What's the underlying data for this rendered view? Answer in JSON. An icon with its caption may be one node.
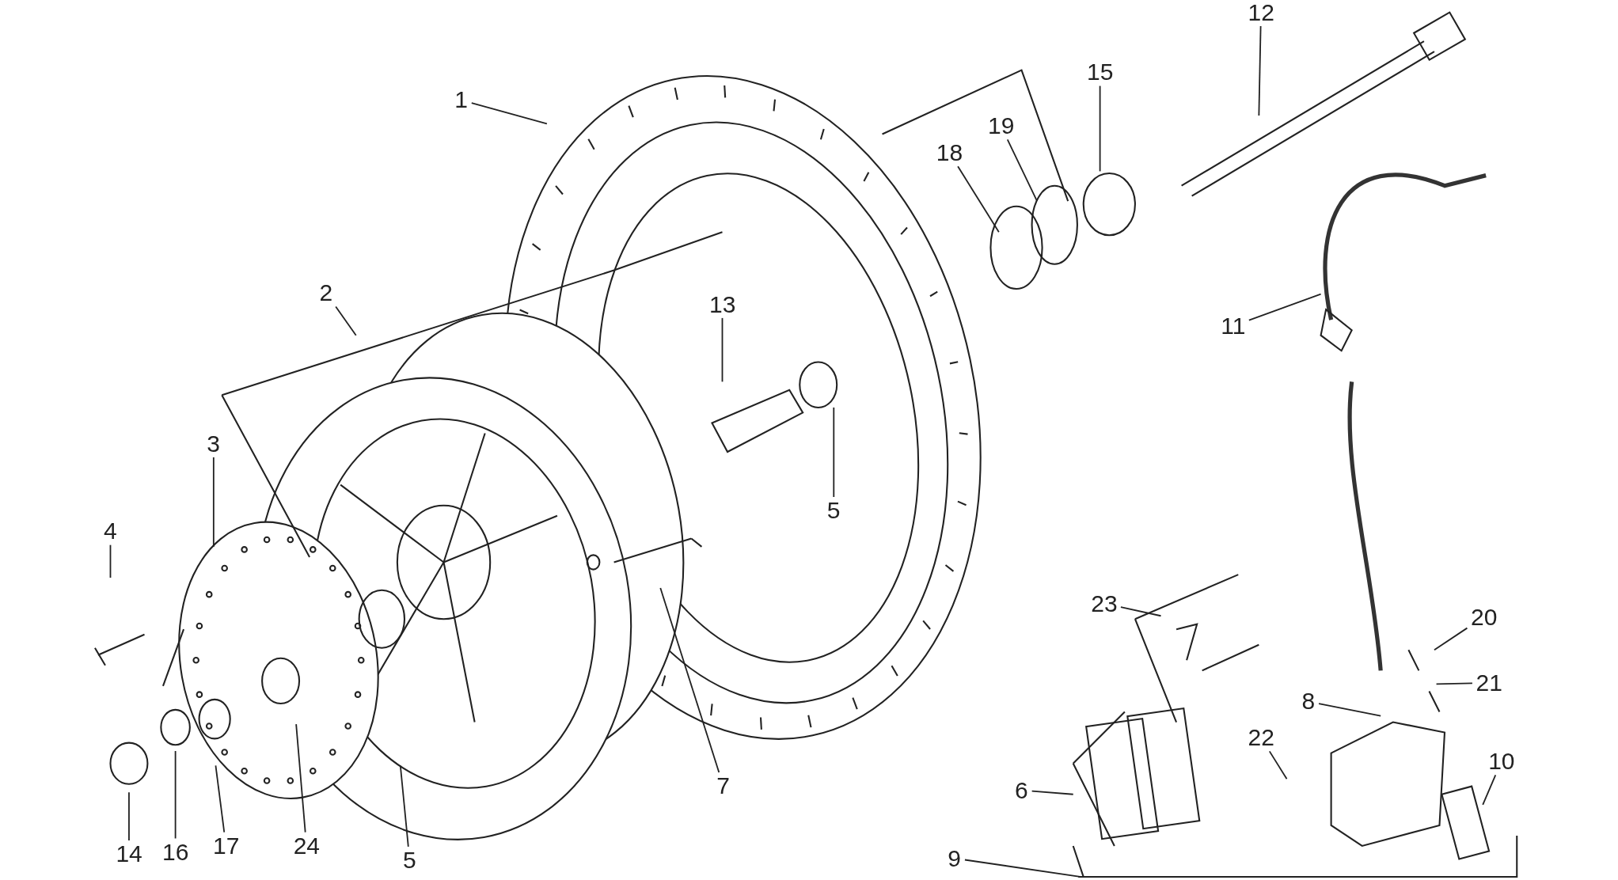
{
  "diagram": {
    "nodes": [
      {
        "text": [
          "12"
        ]
      },
      {
        "text": [
          "15"
        ]
      },
      {
        "text": [
          "1"
        ]
      },
      {
        "text": [
          "19"
        ]
      },
      {
        "text": [
          "18"
        ]
      },
      {
        "text": [
          "2"
        ]
      },
      {
        "text": [
          "13"
        ]
      },
      {
        "text": [
          "11"
        ]
      },
      {
        "text": [
          "5"
        ]
      },
      {
        "text": [
          "3"
        ]
      },
      {
        "text": [
          "4"
        ]
      },
      {
        "text": [
          "23"
        ]
      },
      {
        "text": [
          "20"
        ]
      },
      {
        "text": [
          "21"
        ]
      },
      {
        "text": [
          "8"
        ]
      },
      {
        "text": [
          "22"
        ]
      },
      {
        "text": [
          "10"
        ]
      },
      {
        "text": [
          "6"
        ]
      },
      {
        "text": [
          "7"
        ]
      },
      {
        "text": [
          "24"
        ]
      },
      {
        "text": [
          "5"
        ]
      },
      {
        "text": [
          "9"
        ]
      },
      {
        "text": [
          "14"
        ]
      },
      {
        "text": [
          "16"
        ]
      },
      {
        "text": [
          "17"
        ]
      }
    ],
    "edges": [
      {
        "from": 0,
        "to": null,
        "arrow": "none"
      },
      {
        "from": 1,
        "to": null,
        "arrow": "none"
      },
      {
        "from": 2,
        "to": null,
        "arrow": "none"
      },
      {
        "from": 3,
        "to": null,
        "arrow": "none"
      },
      {
        "from": 4,
        "to": null,
        "arrow": "none"
      },
      {
        "from": 5,
        "to": null,
        "arrow": "none"
      },
      {
        "from": 6,
        "to": null,
        "arrow": "none"
      },
      {
        "from": 7,
        "to": null,
        "arrow": "none"
      },
      {
        "from": 8,
        "to": null,
        "arrow": "none"
      },
      {
        "from": 9,
        "to": null,
        "arrow": "none"
      },
      {
        "from": 10,
        "to": null,
        "arrow": "none"
      },
      {
        "from": 11,
        "to": null,
        "arrow": "none"
      },
      {
        "from": 12,
        "to": null,
        "arrow": "none"
      },
      {
        "from": 13,
        "to": null,
        "arrow": "none"
      },
      {
        "from": 14,
        "to": null,
        "arrow": "none"
      },
      {
        "from": 15,
        "to": null,
        "arrow": "none"
      },
      {
        "from": 16,
        "to": null,
        "arrow": "none"
      },
      {
        "from": 17,
        "to": null,
        "arrow": "none"
      },
      {
        "from": 18,
        "to": null,
        "arrow": "none"
      },
      {
        "from": 19,
        "to": null,
        "arrow": "none"
      },
      {
        "from": 20,
        "to": null,
        "arrow": "none"
      },
      {
        "from": 21,
        "to": null,
        "arrow": "none"
      },
      {
        "from": 22,
        "to": null,
        "arrow": "none"
      },
      {
        "from": 23,
        "to": null,
        "arrow": "none"
      },
      {
        "from": 24,
        "to": null,
        "arrow": "none"
      }
    ]
  }
}
